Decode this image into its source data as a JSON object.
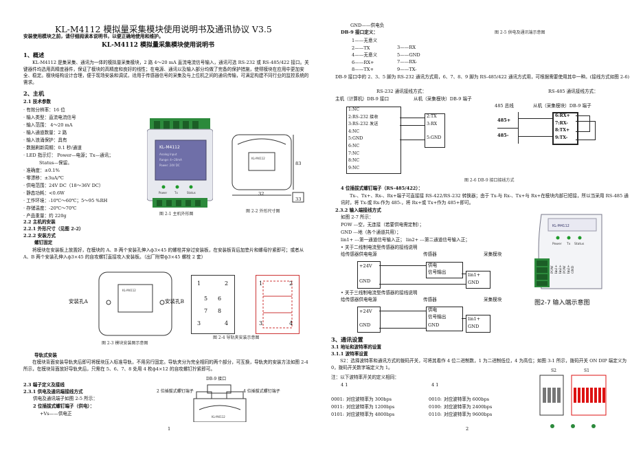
{
  "p1": {
    "title": "KL-M4112 模拟量采集模块使用说明书及通讯协议   V3.5",
    "notice": "安装使用模块之前，请仔细阅读本说明书，以便正确地使用和维护。",
    "subtitle": "KL-M4112 模拟量采集模块使用说明书",
    "s1": "1、概述",
    "s1_body": "KL-M4112 是集采集、通讯为一体的模拟量采集模块，2 路 4～20 mA 直流电流信号输入，通讯可选 RS-232 或 RS-485/422 接口。关键器件均选用高精度器件，保证了模块的高精度和良好的线性；在电源、通讯以及输入部分均做了完备的保护措施，使得模块在应用中更加安全、稳定。模块结构设计合理，便于现场安装和调试，适用于传感器信号的采集及与上位机之间的通讯传输，可满足构建不同行业的监控系统的需求。",
    "s2": "2、主机",
    "s21": "2.1 技术参数",
    "specs": [
      "· 有效分辨率：16 位",
      "· 输入类型：直流电流信号",
      "· 输入范围： 4～20 mA",
      "· 输入通道数量：2 路",
      "· 输入浪涌保护：具有",
      "· 数据刷新周期：0.1 秒/通道",
      "· LED 指示灯： Power—电源；Tx—通讯；",
      "           Status—保留。",
      "· 准确度：±0.1%",
      "· 零漂移：±3uA/℃",
      "· 供电范围：24V DC（18～36V DC）",
      "· 静态功耗：<0.6W",
      "· 工作环境：-10℃～60℃；5～95 %RH",
      "· 存储温度：-20℃～70℃",
      "· 产品重量：约 220g"
    ],
    "fig21": "图 2-1 主机外形图",
    "fig22": "图 2-2 外形尺寸图",
    "dim_width": "32",
    "dim_side": "33",
    "dim_height": "83",
    "s22": "2.2 主机的安装",
    "s221": "2.2.1 外形尺寸（见图 2-2）",
    "s222": "2.2.2 安装方式",
    "screw_title": "螺钉固定",
    "screw_body": "将模块在安装板上放置好，在模块的 A、B 两个安装孔伸入ф3×45 的螺栓并穿过安装板，在安装板背后加垫片和螺母拧紧即可；或者从 A、B 两个安装孔伸入ф3×45 的自攻螺钉直接攻入安装板。（出厂附带ф3×45 螺栓 2 套）",
    "holeA": "安装孔A",
    "holeB": "安装孔B",
    "fig23": "图 2-3 模块安装图示意图",
    "fig24": "图 2-4 导轨夹安装示意图",
    "rail_nums_left": [
      "1",
      "2",
      "3",
      "4"
    ],
    "rail_nums_mid": [
      "5",
      "6",
      "7",
      "8"
    ],
    "rail_title": "导轨式安装",
    "rail_body": "在模块背面安装导轨夹后即可将模块压入标准导轨，不用另行固定。导轨夹分为完全相同的两个部分，可互换，导轨夹的安装方法如图 2-4 所示，在模块背面放好导轨夹后，只需在 5、6、7、8 处用 4 枚ф4×12 的自攻螺钉拧紧即可。",
    "s23": "2.3 端子定义及接线",
    "s231": "2.3.1 供电及通讯端接线方式",
    "s231_body": "供电及通讯端子如图 2-5 所示：",
    "terminal2": "2 位插拔式螺钉端子（供电）：",
    "vs_plus": "+Vs——供电正",
    "db9_label": "DB-9 接口",
    "label2pos": "2 位插拔式螺钉端子",
    "label4pos": "4 位插拔式螺钉端子",
    "page_num": "1"
  },
  "p2": {
    "gnd_line": "GND——供电负",
    "db9_title": "DB-9 接口定义：",
    "db9_lines": [
      "1——无意义",
      "2——TX",
      "4——无意义",
      "6——RX+",
      "8——TX+"
    ],
    "db9_lines_r": [
      "3——RX",
      "5——GND",
      "7——RX-",
      "9——TX-"
    ],
    "fig25": "图 2-5  供电及通讯端示意图",
    "db9_body": "DB-9 接口中的 2、3、5 脚为 RS-232 通讯方式用，6、7、8、9 脚为 RS-485/422 通讯方式用，可根据需要使用其中一种。(接线方式如图 2-6)",
    "rs232_title": "RS-232 通讯接线方式：",
    "rs485_title": "RS-485 通讯接线方式：",
    "host_label": "主机（计算机）DB-9 接口",
    "slave_label": "从机（采集模块）DB-9 端子",
    "host_pins": [
      "1:NC",
      "2:RS-232 接收",
      "3:RS-232 发送",
      "4:NC",
      "5:GND",
      "6:NC",
      "7:NC",
      "8:NC",
      "9:NC"
    ],
    "slave_pins": [
      "2:TX",
      "3:RX",
      "5:GND"
    ],
    "bus_label": "485 总线",
    "slave485_label": "从机（采集模块）DB-9 端子",
    "bus_plus": "485+",
    "bus_minus": "485-",
    "slave485_pins": [
      "6:RX+",
      "7:RX-",
      "8:TX+",
      "9:TX-"
    ],
    "fig26": "图 2-6 DB-9 接口接线方式",
    "t4_title": "4 位插拔式螺钉端子（RS-485/422）：",
    "t4_body": "Tx-、Tx+、Rx-、Rx+端子可直接接 RS-422/RS-232 转换器；由于 Tx-与 Rx-、Tx+与 Rx+在模块内部已短接，所以当采用 RS-485 通讯时，将 Tx-或 Rx-作为 485-，将 Rx+或 Tx+作为 485+即可。",
    "s232": "2.3.2 输入端接线方式",
    "s232_intro": "如图 2-7 所示：",
    "pow_line": "POW   ---空，无连接（若要供电需定制）；",
    "gnd_line2": "GND   ---地（各个通道共用）；",
    "lin_line": "lin1+ ---第一通道信号输入正； lin2+ ---第二通道信号输入正；",
    "two_wire": "• 关于二线制电流型传感器的接线说明",
    "three_wire": "• 关于三线制电流型传感器的接线说明",
    "col_supply": "给传感器供电电源",
    "col_sensor": "传感器",
    "col_module": "采集模块",
    "v24": "+24V",
    "gnd": "GND",
    "supply_label": "供电",
    "signal_out": "信号输出",
    "lin1": "lin1+",
    "fig27": "图2-7 输入端示意图",
    "device_model": "KL-M4112",
    "terminal_labels": [
      "POW",
      "lin1+",
      "lin2+",
      "POW",
      "lin2+",
      "GND"
    ],
    "s3": "3、通讯设置",
    "s31": "3.1 地址和波特率的设置",
    "s311": "3.1.1 波特率设置",
    "s311_body": "S2：选择波特率和通讯方式的拨码开关，可将其看作 4 位二进制数，1 为二进制低位，4 为高位；如图 3-1 所示，拨码开关 ON DIP 端定义为 0，拨码开关数字端定义为 1。",
    "note": "注：以下波特率开关的定义相同：",
    "bits_left": "4 1",
    "bits_right": "4 1",
    "baud_rows": [
      [
        "0001:",
        "对应波特率为 300bps",
        "0010:",
        "对应波特率为 600bps"
      ],
      [
        "0011:",
        "对应波特率为 1200bps",
        "0100:",
        "对应波特率为 2400bps"
      ],
      [
        "0101:",
        "对应波特率为 4800bps",
        "0110:",
        "对应波特率为 9600bps"
      ]
    ],
    "dip_s2": "S2",
    "dip_s1": "S1",
    "page_num": "2",
    "colors": {
      "led_green": "#1f9a2a",
      "terminal_green": "#2c8a3c",
      "dip_red": "#d11"
    }
  }
}
